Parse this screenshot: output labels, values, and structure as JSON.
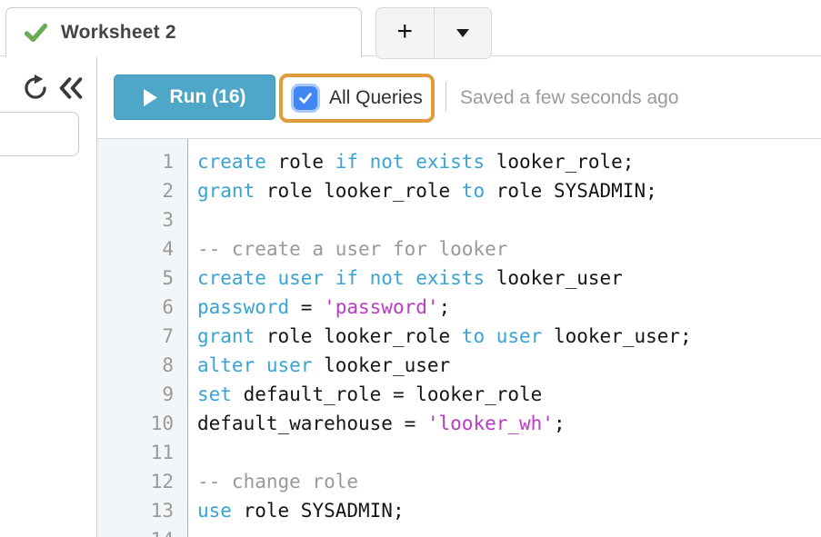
{
  "tab_bar": {
    "active_tab_label": "Worksheet 2",
    "active_tab_status_icon": "check-icon",
    "new_tab_label": "+",
    "tab_menu_icon": "caret-down-icon"
  },
  "sidebar": {
    "refresh_icon": "refresh-icon",
    "collapse_icon": "double-chevron-left-icon"
  },
  "toolbar": {
    "run_label": "Run (16)",
    "run_icon": "play-icon",
    "all_queries_label": "All Queries",
    "all_queries_checked": true,
    "saved_status": "Saved a few seconds ago"
  },
  "editor": {
    "lines": [
      {
        "num": 1,
        "segments": [
          {
            "text": "create",
            "type": "kw"
          },
          {
            "text": " role ",
            "type": "plain"
          },
          {
            "text": "if not exists",
            "type": "kw"
          },
          {
            "text": " looker_role;",
            "type": "plain"
          }
        ]
      },
      {
        "num": 2,
        "segments": [
          {
            "text": "grant",
            "type": "kw"
          },
          {
            "text": " role looker_role ",
            "type": "plain"
          },
          {
            "text": "to",
            "type": "kw"
          },
          {
            "text": " role SYSADMIN;",
            "type": "plain"
          }
        ]
      },
      {
        "num": 3,
        "segments": []
      },
      {
        "num": 4,
        "segments": [
          {
            "text": "-- create a user for looker",
            "type": "com"
          }
        ]
      },
      {
        "num": 5,
        "segments": [
          {
            "text": "create user if not exists",
            "type": "kw"
          },
          {
            "text": " looker_user",
            "type": "plain"
          }
        ]
      },
      {
        "num": 6,
        "segments": [
          {
            "text": "password",
            "type": "kw"
          },
          {
            "text": " = ",
            "type": "plain"
          },
          {
            "text": "'password'",
            "type": "str"
          },
          {
            "text": ";",
            "type": "plain"
          }
        ]
      },
      {
        "num": 7,
        "segments": [
          {
            "text": "grant",
            "type": "kw"
          },
          {
            "text": " role looker_role ",
            "type": "plain"
          },
          {
            "text": "to user",
            "type": "kw"
          },
          {
            "text": " looker_user;",
            "type": "plain"
          }
        ]
      },
      {
        "num": 8,
        "segments": [
          {
            "text": "alter user",
            "type": "kw"
          },
          {
            "text": " looker_user",
            "type": "plain"
          }
        ]
      },
      {
        "num": 9,
        "segments": [
          {
            "text": "set",
            "type": "kw"
          },
          {
            "text": " default_role = looker_role",
            "type": "plain"
          }
        ]
      },
      {
        "num": 10,
        "segments": [
          {
            "text": "default_warehouse = ",
            "type": "plain"
          },
          {
            "text": "'looker_wh'",
            "type": "str"
          },
          {
            "text": ";",
            "type": "plain"
          }
        ]
      },
      {
        "num": 11,
        "segments": []
      },
      {
        "num": 12,
        "segments": [
          {
            "text": "-- change role",
            "type": "com"
          }
        ]
      },
      {
        "num": 13,
        "segments": [
          {
            "text": "use",
            "type": "kw"
          },
          {
            "text": " role SYSADMIN;",
            "type": "plain"
          }
        ]
      },
      {
        "num": 14,
        "segments": []
      }
    ]
  },
  "colors": {
    "keyword": "#38a3d6",
    "string": "#ba3bc6",
    "comment": "#999999",
    "run_button": "#4ea7c9",
    "checkbox_blue": "#4285f4",
    "annotation_orange": "#e09c3c",
    "check_green": "#6bab51"
  }
}
